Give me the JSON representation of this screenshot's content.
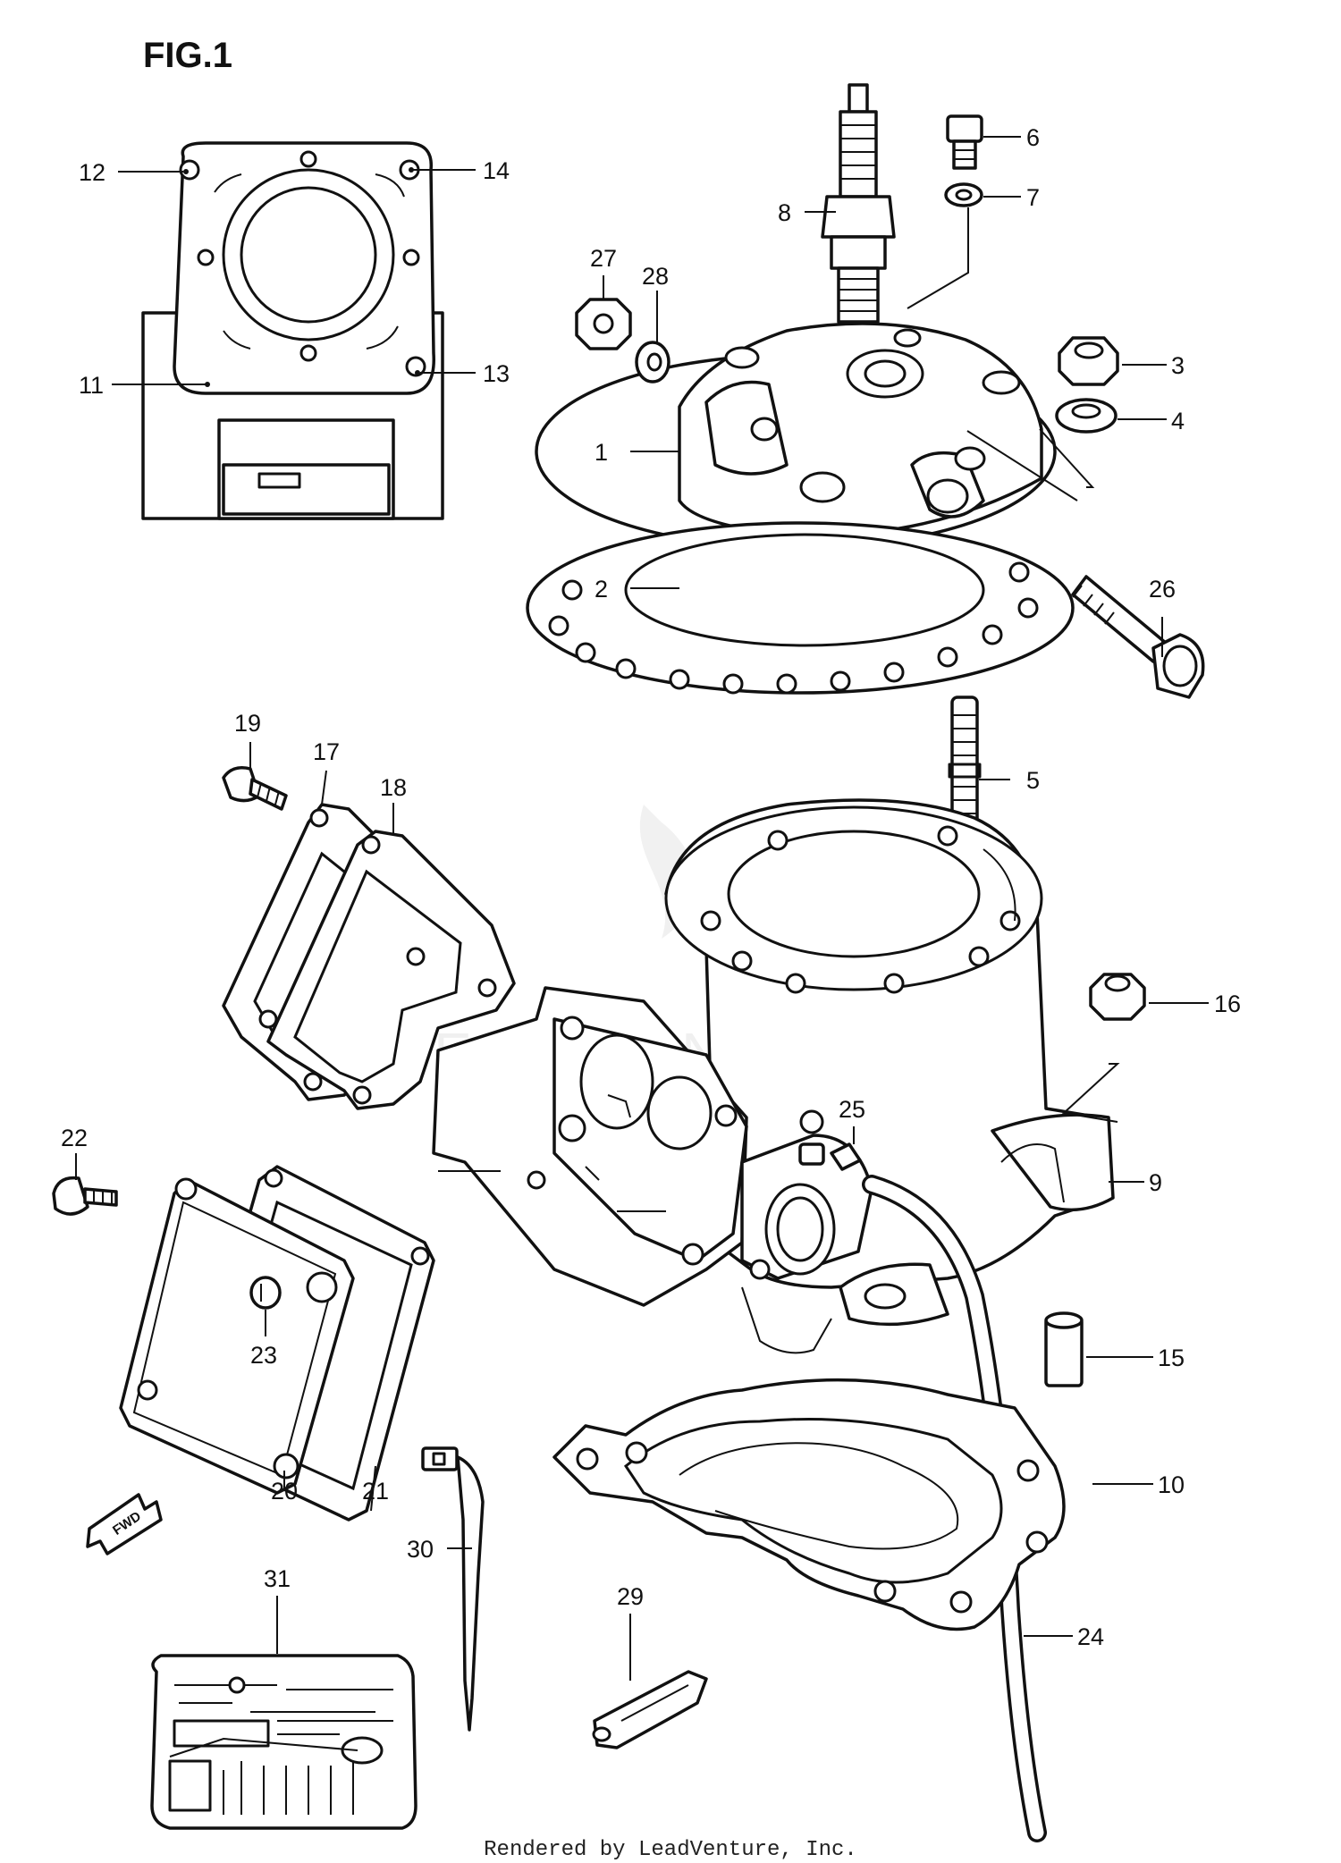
{
  "figure": {
    "title": "FIG.1"
  },
  "footer": {
    "credit": "Rendered by LeadVenture, Inc."
  },
  "watermark": {
    "text": "LEADVENTURE"
  },
  "direction_marker": {
    "text": "FWD"
  },
  "callouts": [
    "1",
    "2",
    "3",
    "4",
    "5",
    "6",
    "7",
    "8",
    "9",
    "10",
    "11",
    "12",
    "13",
    "14",
    "15",
    "16",
    "17",
    "18",
    "19",
    "20",
    "21",
    "22",
    "23",
    "24",
    "25",
    "26",
    "27",
    "28",
    "29",
    "30",
    "31"
  ]
}
